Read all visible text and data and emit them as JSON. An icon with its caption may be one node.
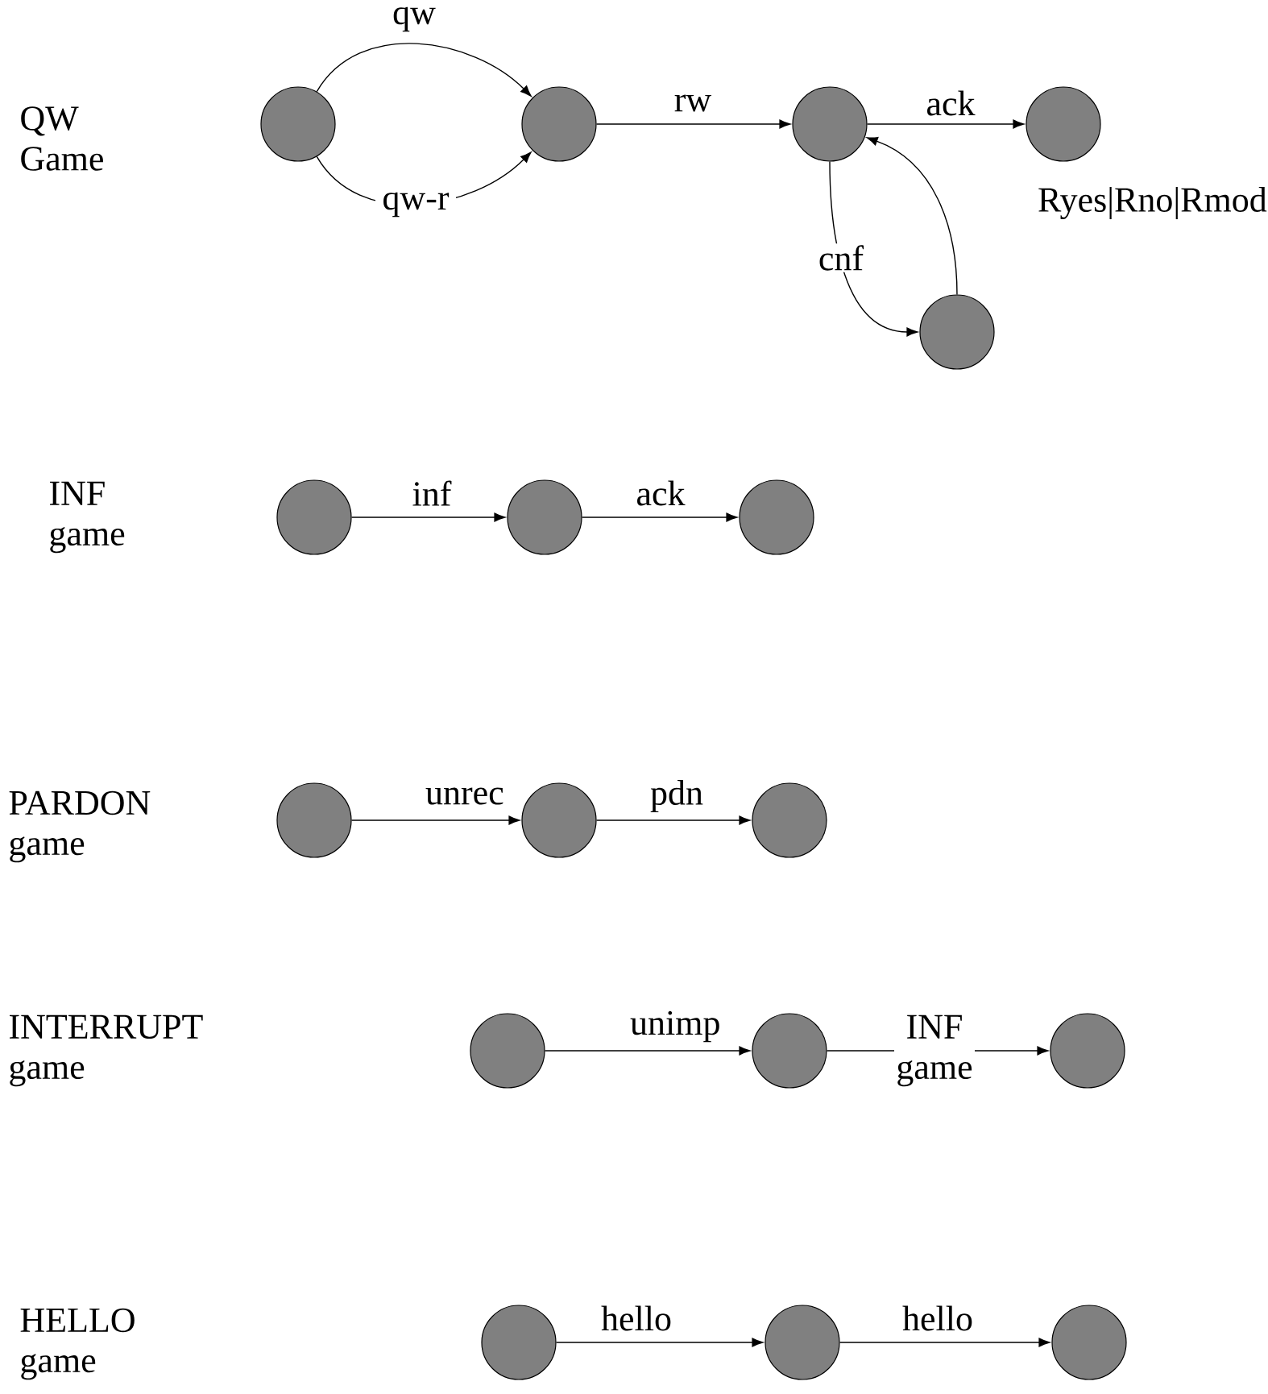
{
  "diagram": {
    "nodes": [
      {
        "text": [],
        "shape": "circle"
      },
      {
        "text": [],
        "shape": "circle"
      },
      {
        "text": [],
        "shape": "circle"
      },
      {
        "text": [],
        "shape": "circle"
      },
      {
        "text": [],
        "shape": "circle"
      },
      {
        "text": [],
        "shape": "circle"
      },
      {
        "text": [],
        "shape": "circle"
      },
      {
        "text": [],
        "shape": "circle"
      },
      {
        "text": [],
        "shape": "circle"
      },
      {
        "text": [],
        "shape": "circle"
      },
      {
        "text": [],
        "shape": "circle"
      },
      {
        "text": [],
        "shape": "circle"
      },
      {
        "text": [],
        "shape": "circle"
      },
      {
        "text": [],
        "shape": "circle"
      },
      {
        "text": [],
        "shape": "circle"
      },
      {
        "text": [],
        "shape": "circle"
      },
      {
        "text": [],
        "shape": "circle"
      }
    ],
    "edges": [
      {
        "from": 0,
        "to": 1,
        "arrow": "to",
        "label": "qw"
      },
      {
        "from": 0,
        "to": 1,
        "arrow": "to",
        "label": "qw-r"
      },
      {
        "from": 1,
        "to": 2,
        "arrow": "to",
        "label": "rw"
      },
      {
        "from": 2,
        "to": 3,
        "arrow": "to",
        "label": "ack"
      },
      {
        "from": 2,
        "to": 4,
        "arrow": "to",
        "label": "cnf"
      },
      {
        "from": 4,
        "to": 2,
        "arrow": "to",
        "label": "Ryes|Rno|Rmod"
      },
      {
        "from": 5,
        "to": 6,
        "arrow": "to",
        "label": "inf"
      },
      {
        "from": 6,
        "to": 7,
        "arrow": "to",
        "label": "ack"
      },
      {
        "from": 8,
        "to": 9,
        "arrow": "to",
        "label": "unrec"
      },
      {
        "from": 9,
        "to": 10,
        "arrow": "to",
        "label": "pdn"
      },
      {
        "from": 11,
        "to": 12,
        "arrow": "to",
        "label": "unimp"
      },
      {
        "from": 12,
        "to": 13,
        "arrow": "to",
        "label": "INF game"
      },
      {
        "from": 14,
        "to": 15,
        "arrow": "to",
        "label": "hello"
      },
      {
        "from": 15,
        "to": 16,
        "arrow": "to",
        "label": "hello"
      }
    ],
    "labels": [
      "QW Game",
      "INF game",
      "PARDON game",
      "INTERRUPT game",
      "HELLO game"
    ]
  }
}
